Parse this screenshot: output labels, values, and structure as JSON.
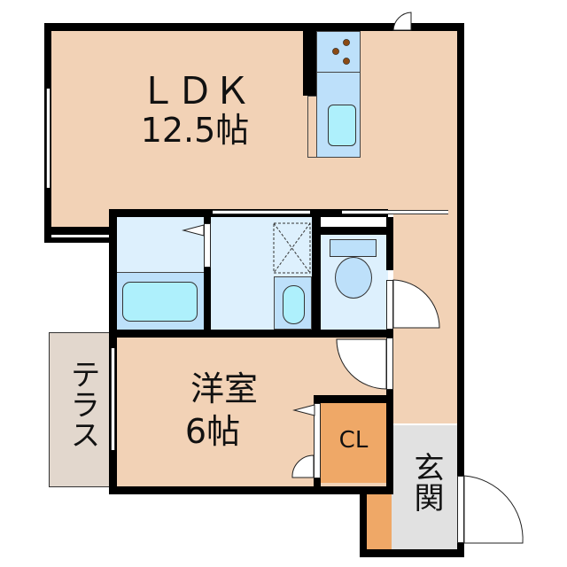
{
  "floor_plan": {
    "rooms": {
      "ldk": {
        "name": "ＬＤＫ",
        "size": "12.5帖"
      },
      "western_room": {
        "name": "洋室",
        "size": "6帖"
      },
      "closet": {
        "name": "CL"
      },
      "terrace": {
        "name": "テラス"
      },
      "entrance": {
        "name": "玄関"
      }
    },
    "fixtures": [
      "kitchen-stove",
      "kitchen-sink",
      "bathtub",
      "washbasin",
      "washing-machine-space",
      "toilet"
    ],
    "colors": {
      "wall": "#000000",
      "wood_floor": "#f2d2b6",
      "wet_area": "#ddf0fd",
      "fixture_blue": "#bde0fa",
      "fixture_water": "#aef0fc",
      "closet": "#efa867",
      "entrance": "#e1e1e1",
      "terrace": "#e2d7cd",
      "burner": "#8b4a14"
    }
  }
}
